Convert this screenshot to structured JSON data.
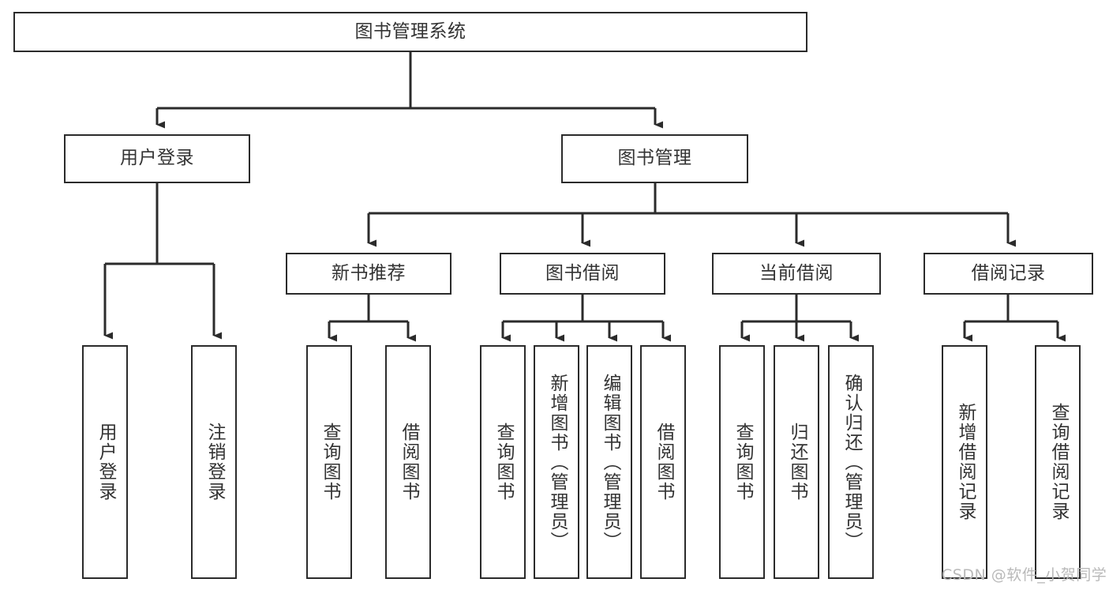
{
  "diagram": {
    "type": "tree",
    "title": "图书管理系统",
    "orientation": "top-down",
    "colors": {
      "box_border": "#2b2b2b",
      "box_fill": "#ffffff",
      "connector": "#2b2b2b",
      "text": "#333333",
      "watermark": "#b9b9b9",
      "background": "#ffffff"
    }
  },
  "root": {
    "label": "图书管理系统"
  },
  "level2": [
    {
      "label": "用户登录"
    },
    {
      "label": "图书管理"
    }
  ],
  "level3": [
    {
      "label": "新书推荐"
    },
    {
      "label": "图书借阅"
    },
    {
      "label": "当前借阅"
    },
    {
      "label": "借阅记录"
    }
  ],
  "leaves": {
    "user_login": [
      {
        "label": "用户登录"
      },
      {
        "label": "注销登录"
      }
    ],
    "new_book": [
      {
        "label": "查询图书"
      },
      {
        "label": "借阅图书"
      }
    ],
    "book_borrow": [
      {
        "label": "查询图书"
      },
      {
        "label": "新增图书（管理员）"
      },
      {
        "label": "编辑图书（管理员）"
      },
      {
        "label": "借阅图书"
      }
    ],
    "current_borrow": [
      {
        "label": "查询图书"
      },
      {
        "label": "归还图书"
      },
      {
        "label": "确认归还（管理员）"
      }
    ],
    "borrow_record": [
      {
        "label": "新增借阅记录"
      },
      {
        "label": "查询借阅记录"
      }
    ]
  },
  "watermark": {
    "text": "CSDN @软件_小贺同学"
  }
}
